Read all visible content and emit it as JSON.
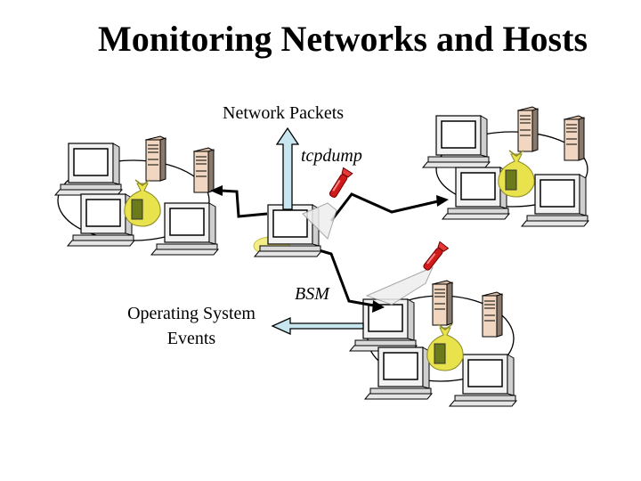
{
  "slide": {
    "title": "Monitoring Networks and Hosts"
  },
  "labels": {
    "network_packets": "Network Packets",
    "tcpdump": "tcpdump",
    "bsm": "BSM",
    "os_events_line1": "Operating System",
    "os_events_line2": "Events"
  },
  "colors": {
    "arrow_fill": "#c8e6f0",
    "flashlight_red": "#d11a1a",
    "money_bag": "#e8e24c",
    "bag_symbol": "#6b7a1a",
    "highlight_ellipse": "#f4ee88",
    "monitor_frame": "#f2f2f2",
    "screen": "#ffffff",
    "server": "#f1d7c2"
  }
}
